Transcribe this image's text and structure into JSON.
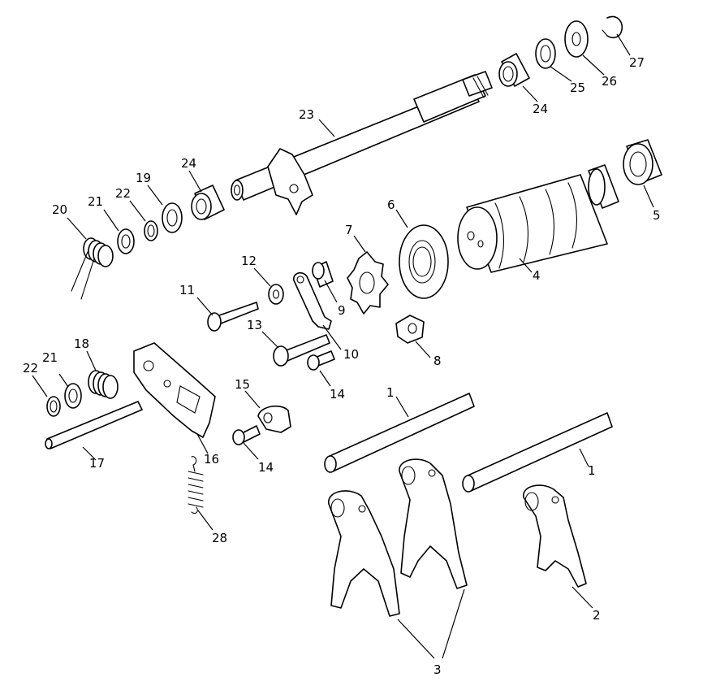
{
  "callouts": [
    {
      "id": "c1a",
      "text": "1"
    },
    {
      "id": "c1b",
      "text": "1"
    },
    {
      "id": "c2",
      "text": "2"
    },
    {
      "id": "c3",
      "text": "3"
    },
    {
      "id": "c4",
      "text": "4"
    },
    {
      "id": "c5",
      "text": "5"
    },
    {
      "id": "c6",
      "text": "6"
    },
    {
      "id": "c7",
      "text": "7"
    },
    {
      "id": "c8",
      "text": "8"
    },
    {
      "id": "c9",
      "text": "9"
    },
    {
      "id": "c10",
      "text": "10"
    },
    {
      "id": "c11",
      "text": "11"
    },
    {
      "id": "c12",
      "text": "12"
    },
    {
      "id": "c13",
      "text": "13"
    },
    {
      "id": "c14a",
      "text": "14"
    },
    {
      "id": "c14b",
      "text": "14"
    },
    {
      "id": "c15",
      "text": "15"
    },
    {
      "id": "c16",
      "text": "16"
    },
    {
      "id": "c17",
      "text": "17"
    },
    {
      "id": "c18",
      "text": "18"
    },
    {
      "id": "c19",
      "text": "19"
    },
    {
      "id": "c20",
      "text": "20"
    },
    {
      "id": "c21a",
      "text": "21"
    },
    {
      "id": "c21b",
      "text": "21"
    },
    {
      "id": "c22a",
      "text": "22"
    },
    {
      "id": "c22b",
      "text": "22"
    },
    {
      "id": "c23",
      "text": "23"
    },
    {
      "id": "c24a",
      "text": "24"
    },
    {
      "id": "c24b",
      "text": "24"
    },
    {
      "id": "c25",
      "text": "25"
    },
    {
      "id": "c26",
      "text": "26"
    },
    {
      "id": "c27",
      "text": "27"
    },
    {
      "id": "c28",
      "text": "28"
    }
  ]
}
